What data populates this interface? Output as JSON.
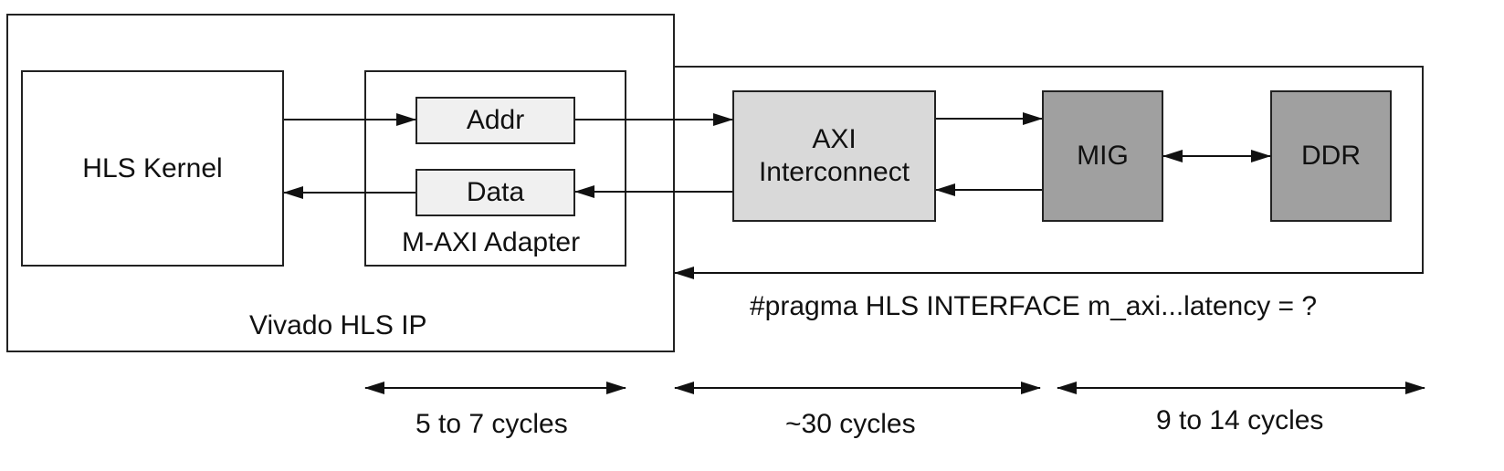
{
  "hls_ip": {
    "label": "Vivado HLS IP"
  },
  "kernel": {
    "label": "HLS Kernel"
  },
  "adapter": {
    "label": "M-AXI Adapter",
    "addr": "Addr",
    "data": "Data"
  },
  "interconnect": {
    "line1": "AXI",
    "line2": "Interconnect"
  },
  "mig": {
    "label": "MIG"
  },
  "ddr": {
    "label": "DDR"
  },
  "pragma": {
    "text": "#pragma HLS INTERFACE m_axi...latency = ?"
  },
  "latency": {
    "adapter": "5 to 7 cycles",
    "interconnect": "~30 cycles",
    "memory": "9 to 14 cycles"
  },
  "colors": {
    "light_fill": "#f0f0f0",
    "interconnect_fill": "#d9d9d9",
    "memory_fill": "#a0a0a0",
    "stroke": "#222222"
  }
}
